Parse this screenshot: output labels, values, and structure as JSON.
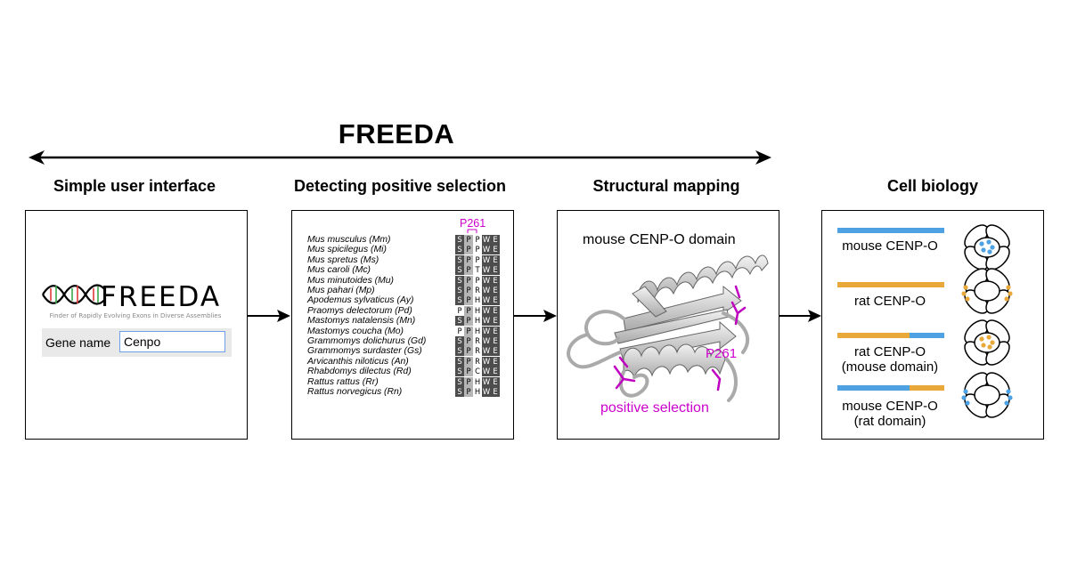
{
  "title": "FREEDA",
  "panels": [
    {
      "title": "Simple user interface"
    },
    {
      "title": "Detecting positive selection"
    },
    {
      "title": "Structural mapping"
    },
    {
      "title": "Cell biology"
    }
  ],
  "ui_panel": {
    "logo_text": "FREEDA",
    "logo_subtitle": "Finder of Rapidly Evolving Exons in Diverse Assemblies",
    "gene_label": "Gene name",
    "gene_value": "Cenpo"
  },
  "alignment": {
    "site_label": "P261",
    "species": [
      "Mus musculus (Mm)",
      "Mus spicilegus (Mi)",
      "Mus spretus (Ms)",
      "Mus caroli (Mc)",
      "Mus minutoides (Mu)",
      "Mus pahari (Mp)",
      "Apodemus sylvaticus (Ay)",
      "Praomys delectorum (Pd)",
      "Mastomys natalensis (Mn)",
      "Mastomys coucha (Mo)",
      "Grammomys dolichurus (Gd)",
      "Grammomys surdaster (Gs)",
      "Arvicanthis niloticus (An)",
      "Rhabdomys dilectus (Rd)",
      "Rattus rattus (Rr)",
      "Rattus norvegicus (Rn)"
    ],
    "residues": [
      "SPPWE",
      "SPPWE",
      "SPPWE",
      "SPTWE",
      "SPPWE",
      "SPRWE",
      "SPHWE",
      "PPHWE",
      "SPHWE",
      "PPHWE",
      "SPRWE",
      "SPRWE",
      "SPRWE",
      "SPCWE",
      "SPHWE",
      "SPHWE"
    ]
  },
  "structure": {
    "title": "mouse CENP-O domain",
    "site_label": "P261",
    "annotation": "positive selection"
  },
  "cell_biology": {
    "colors": {
      "mouse": "#4ea2e3",
      "rat": "#e8a93a"
    },
    "constructs": [
      {
        "label_line1": "mouse CENP-O",
        "label_line2": "",
        "bar": "mouse"
      },
      {
        "label_line1": "rat CENP-O",
        "label_line2": "",
        "bar": "rat"
      },
      {
        "label_line1": "rat CENP-O",
        "label_line2": "(mouse domain)",
        "bar": "rat-mouse"
      },
      {
        "label_line1": "mouse CENP-O",
        "label_line2": "(rat domain)",
        "bar": "mouse-rat"
      }
    ]
  }
}
